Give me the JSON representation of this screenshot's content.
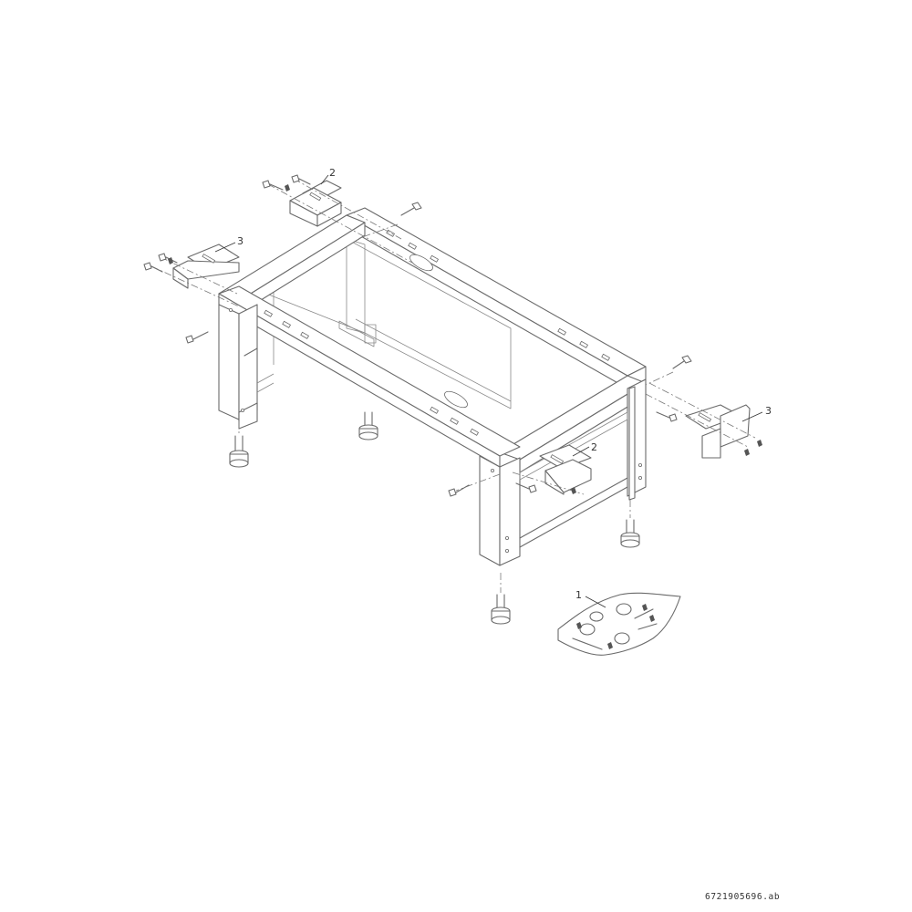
{
  "callouts": {
    "part_1": "1",
    "part_2_top": "2",
    "part_2_front": "2",
    "part_3_left": "3",
    "part_3_right": "3"
  },
  "document_id": "6721905696.ab"
}
